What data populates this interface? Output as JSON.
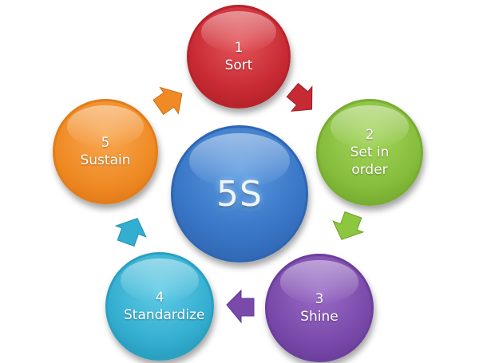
{
  "diagram": {
    "center_label": "5S",
    "steps": [
      {
        "number": "1",
        "label": "Sort",
        "color": "#c82a33"
      },
      {
        "number": "2",
        "label": "Set in\norder",
        "color": "#86bd3c"
      },
      {
        "number": "3",
        "label": "Shine",
        "color": "#7a4aaa"
      },
      {
        "number": "4",
        "label": "Standardize",
        "color": "#34aed0"
      },
      {
        "number": "5",
        "label": "Sustain",
        "color": "#ef8a24"
      }
    ],
    "center_color": "#3a78c8",
    "arrow_direction": "clockwise"
  }
}
